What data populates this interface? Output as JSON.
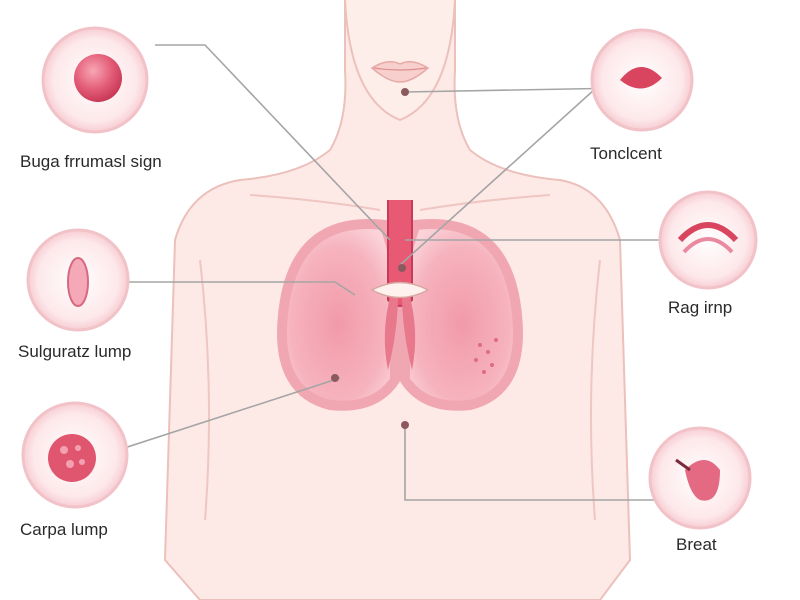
{
  "labels": {
    "top_left": "Buga frrumasl sign",
    "mid_left": "Sulguratz lump",
    "bottom_left": "Carpa lump",
    "top_right": "Tonclcent",
    "mid_right": "Rag irnp",
    "bottom_right": "Breat"
  },
  "colors": {
    "skin": "#fde9e6",
    "skin_outline": "#e9b8b4",
    "lung_fill": "#f28fa0",
    "lung_light": "#f9c4cc",
    "accent": "#d9455f",
    "callout_ring": "#f4c6cc",
    "leader_line": "#9a9a9a"
  }
}
